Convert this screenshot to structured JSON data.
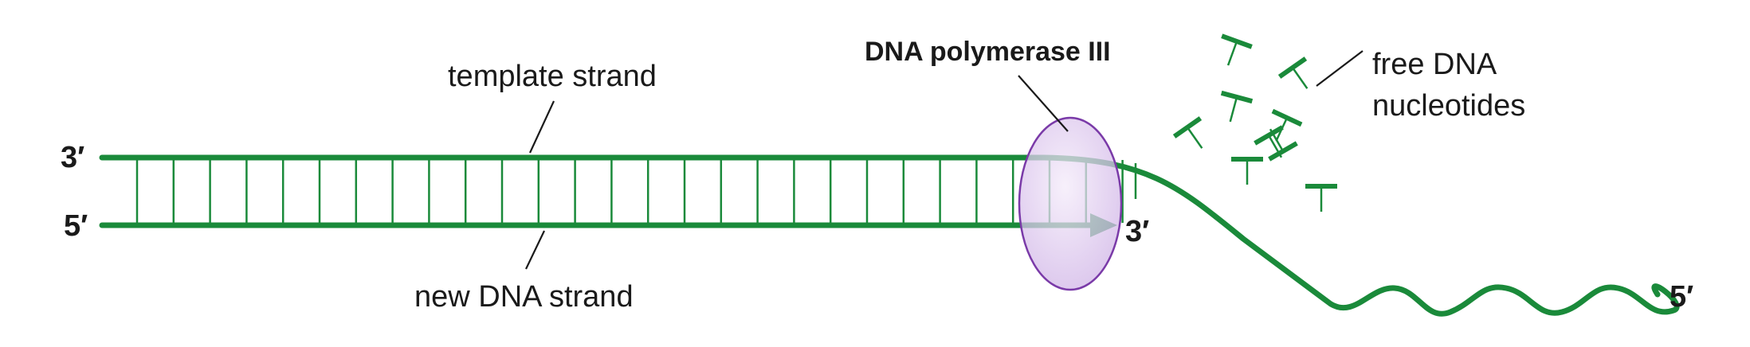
{
  "labels": {
    "template_strand": "template strand",
    "new_strand": "new DNA strand",
    "polymerase": "DNA polymerase III",
    "free_nucleotides_line1": "free DNA",
    "free_nucleotides_line2": "nucleotides",
    "end_3_left": "3′",
    "end_5_left": "5′",
    "end_3_new": "3′",
    "end_5_right": "5′"
  },
  "colors": {
    "strand": "#1a8a3a",
    "enzyme_fill": "#d9c2ec",
    "enzyme_stroke": "#7a3aa8",
    "leader": "#1a1a1a",
    "text": "#1a1a1a"
  },
  "rungs": {
    "count": 28
  },
  "free_nucleotides": {
    "count": 9
  }
}
